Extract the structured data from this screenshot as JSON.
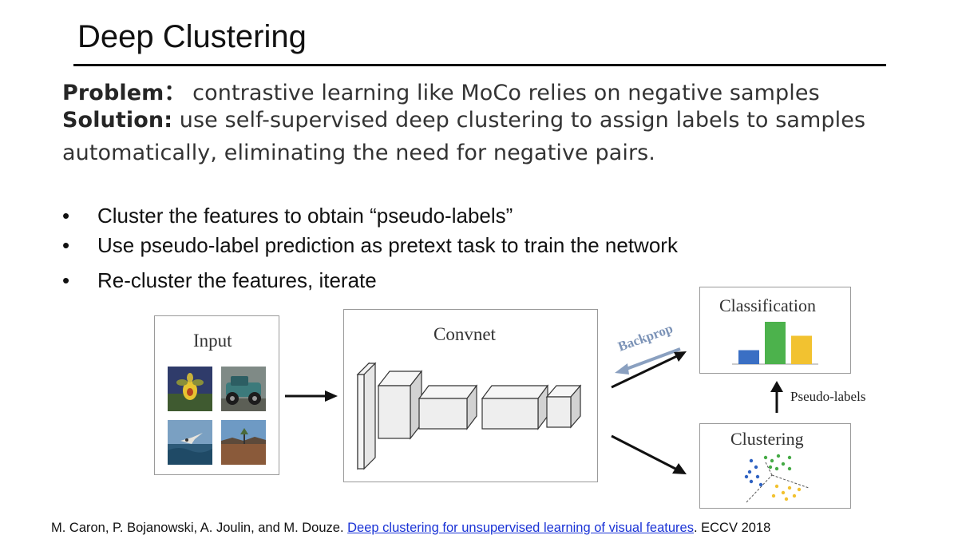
{
  "slide": {
    "title": "Deep Clustering",
    "problem_label": "Problem：",
    "problem_text": " contrastive learning like MoCo relies on negative samples",
    "solution_label": "Solution:",
    "solution_text": " use self-supervised deep clustering to assign labels to samples",
    "solution_text_2": "automatically, eliminating the need for negative pairs."
  },
  "bullets": [
    {
      "marker": "•",
      "text": "Cluster the features to obtain “pseudo-labels”"
    },
    {
      "marker": "•",
      "text": "Use pseudo-label prediction as pretext task to train the network"
    },
    {
      "marker": "•",
      "text": "Re-cluster the features, iterate"
    }
  ],
  "diagram": {
    "input_label": "Input",
    "convnet_label": "Convnet",
    "classification_label": "Classification",
    "clustering_label": "Clustering",
    "backprop_label": "Backprop",
    "pseudo_labels_label": "Pseudo-labels",
    "bar_colors": [
      "#3a6fc4",
      "#4cb24c",
      "#f2c230"
    ],
    "bar_values": [
      0.33,
      1.0,
      0.67
    ]
  },
  "citation": {
    "authors": "M. Caron, P. Bojanowski, A. Joulin, and M. Douze. ",
    "link_text": "Deep clustering for unsupervised learning of visual features",
    "venue": ". ECCV 2018"
  }
}
